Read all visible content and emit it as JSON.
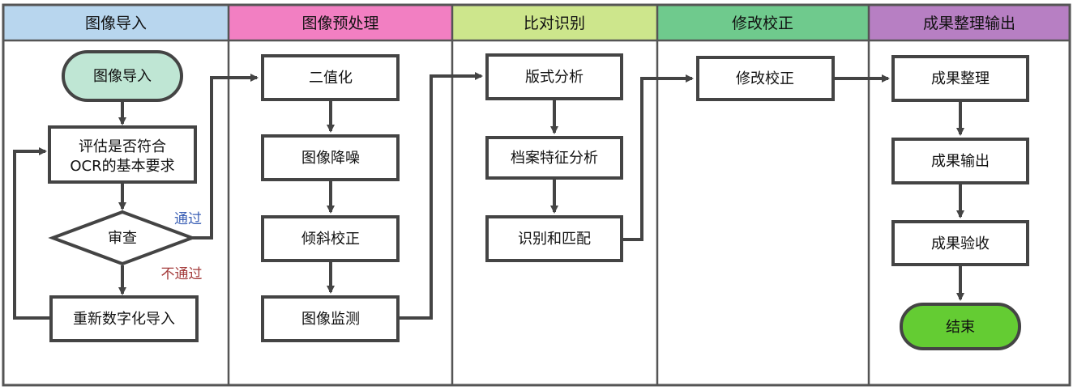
{
  "lanes": [
    {
      "title": "图像导入",
      "color": "#b8d6ee"
    },
    {
      "title": "图像预处理",
      "color": "#f27fc2"
    },
    {
      "title": "比对识别",
      "color": "#cde68c"
    },
    {
      "title": "修改校正",
      "color": "#6fca8d"
    },
    {
      "title": "成果整理输出",
      "color": "#b77fc3"
    }
  ],
  "nodes": {
    "import_start": "图像导入",
    "evaluate_line1": "评估是否符合",
    "evaluate_line2": "OCR的基本要求",
    "review": "审查",
    "redigitize": "重新数字化导入",
    "binarize": "二值化",
    "denoise": "图像降噪",
    "deskew": "倾斜校正",
    "monitor": "图像监测",
    "layout_analysis": "版式分析",
    "archive_feature": "档案特征分析",
    "recognize_match": "识别和匹配",
    "correct": "修改校正",
    "organize": "成果整理",
    "output": "成果输出",
    "verify": "成果验收",
    "end": "结束"
  },
  "labels": {
    "pass": "通过",
    "fail": "不通过"
  },
  "colors": {
    "start_fill": "#bfe6d4",
    "end_fill": "#64cc33",
    "pass_label": "#3a5fb5",
    "fail_label": "#a33a3a",
    "stroke": "#444444"
  }
}
